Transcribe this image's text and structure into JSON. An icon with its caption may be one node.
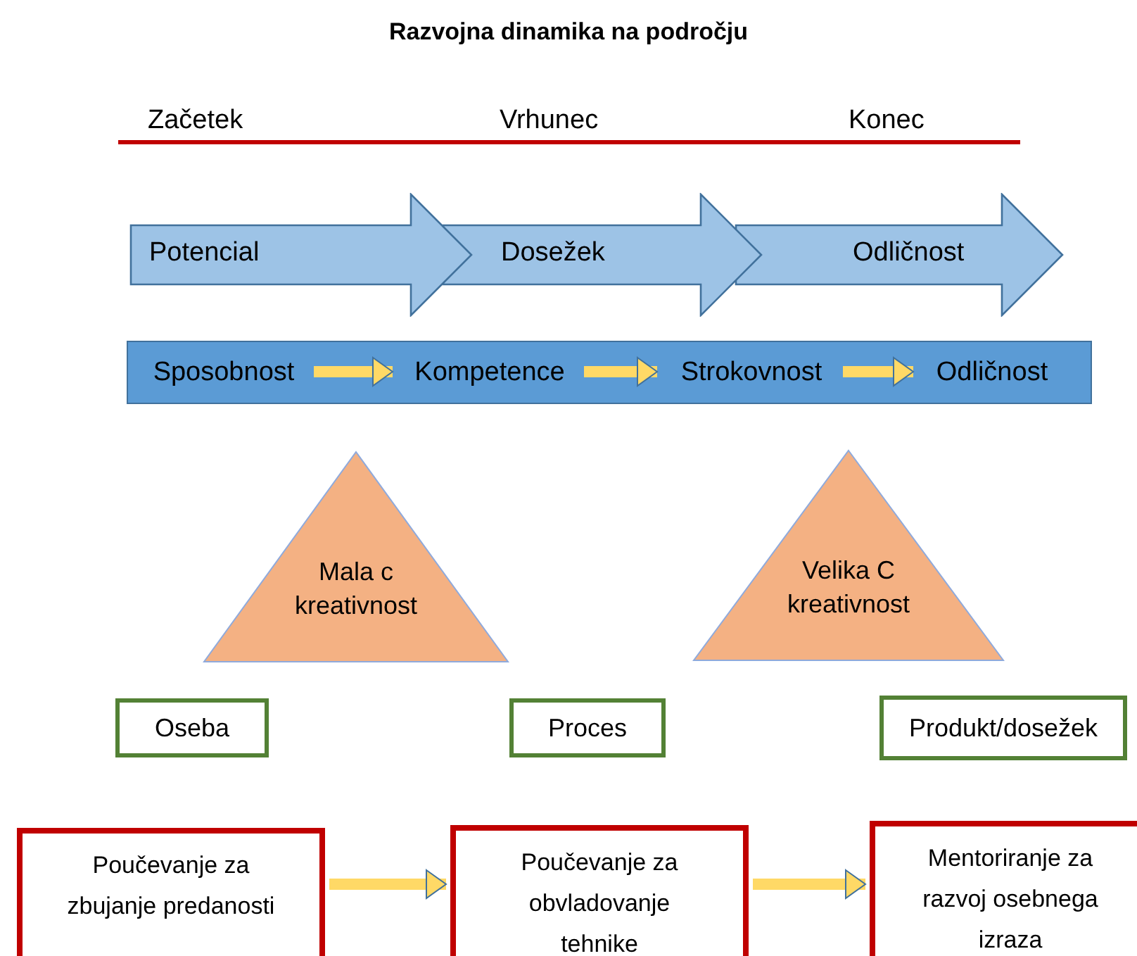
{
  "diagram": {
    "title": "Razvojna dinamika na področju",
    "nodes": [
      {
        "text": [
          "Potencial"
        ]
      },
      {
        "text": [
          "Dosežek"
        ]
      },
      {
        "text": [
          "Odličnost"
        ]
      },
      {
        "text": [],
        "shape": "bar"
      },
      {
        "text": [
          "Sposobnost"
        ],
        "in": 3
      },
      {
        "text": [
          "Kompetence"
        ],
        "in": 3
      },
      {
        "text": [
          "Strokovnost"
        ],
        "in": 3
      },
      {
        "text": [
          "Odličnost"
        ],
        "in": 3
      },
      {
        "text": [
          "Mala c kreativnost"
        ]
      },
      {
        "text": [
          "Velika C kreativnost"
        ]
      },
      {
        "text": [
          "Oseba"
        ]
      },
      {
        "text": [
          "Proces"
        ]
      },
      {
        "text": [
          "Produkt/dosežek"
        ]
      },
      {
        "text": [
          "Poučevanje za zbujanje predanosti"
        ]
      },
      {
        "text": [
          "Poučevanje za obvladovanje tehnike"
        ]
      },
      {
        "text": [
          "Mentoriranje za razvoj osebnega izraza"
        ]
      }
    ],
    "edges": [
      {
        "from": 4,
        "to": 5,
        "arrow": "to"
      },
      {
        "from": 5,
        "to": 6,
        "arrow": "to"
      },
      {
        "from": 6,
        "to": 7,
        "arrow": "to"
      },
      {
        "from": 13,
        "to": 14,
        "arrow": "to"
      },
      {
        "from": 14,
        "to": 15,
        "arrow": "to"
      }
    ],
    "labels": [
      "Začetek",
      "Vrhunec",
      "Konec"
    ]
  }
}
